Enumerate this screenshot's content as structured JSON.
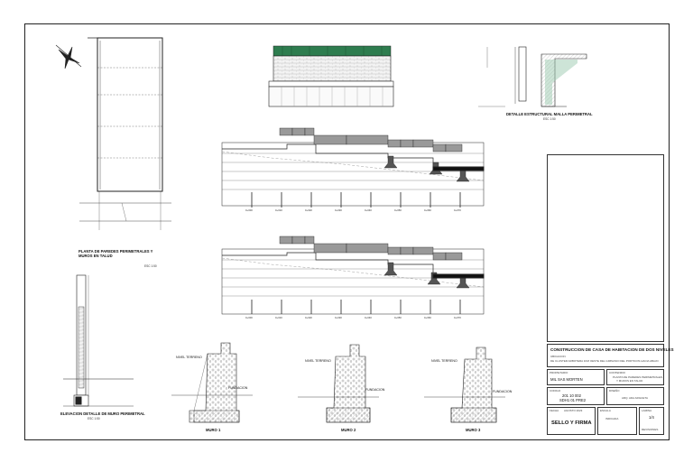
{
  "sheet": {
    "captions": {
      "plan": [
        "PLANTA DE PAREDES PERIMETRALES Y",
        "MUROS EN TALUD"
      ],
      "detail": "DETALLE ESTRUCTURAL MALLA PERIMETRAL",
      "elevation": "ELEVACION DETALLE DE MURO PERIMETRAL",
      "wall1": "MURO 1",
      "wall2": "MURO 2",
      "wall3": "MURO 3"
    },
    "scale_label": "ESC 1:50",
    "elevation_view": {
      "ticks_top": [
        "0+000",
        "0+010",
        "0+020",
        "0+030",
        "0+040",
        "0+050",
        "0+060",
        "0+070"
      ],
      "ticks_bottom": [
        "0+000",
        "0+010",
        "0+020",
        "0+030",
        "0+040",
        "0+050",
        "0+060",
        "0+070"
      ]
    },
    "wall_labels": {
      "top": "NIVEL TERRENO",
      "base": "FUNDACION"
    }
  },
  "title_block": {
    "project_title": "CONSTRUCCION DE CASA DE HABITACION DE DOS NIVELES",
    "location_label": "UBICACION",
    "location": "DE CLUSTER ARBOTERA 1KM OESTE DEL GIMNASIO DEL PORTICOS HACIA ABAJO",
    "owner_label": "PROPIETARIO",
    "owner": "MIL SAS MORTEN",
    "content_label": "CONTENIDO",
    "content": [
      "PLANTA DE PAREDES PERIMETRALES",
      "Y MUROS EN TALUD"
    ],
    "code_label": "CODIGO",
    "codes": [
      "201 10 002",
      "SDH1 01 PRE2"
    ],
    "designer_label": "DISEÑO",
    "designer": "ARQ. ADA ARGUETA",
    "date_label": "FECHA",
    "date": "AGOSTO 2023",
    "scale_label": "ESCALA",
    "scale": "INDICADA",
    "sheet_label": "LAMINA",
    "sheet": "1/4",
    "stamp_label": "SELLO Y FIRMA",
    "revision_label": "REVISIONES"
  }
}
